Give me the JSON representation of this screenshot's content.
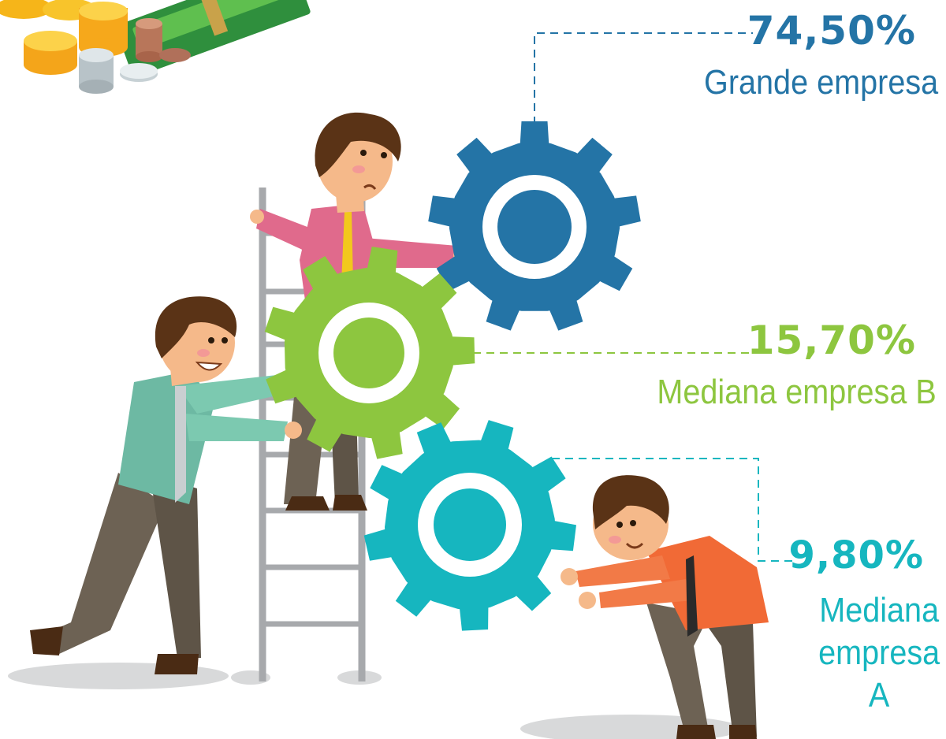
{
  "colors": {
    "blue": "#2474a6",
    "green": "#8dc63f",
    "teal": "#16b6bf"
  },
  "segments": [
    {
      "key": "big",
      "percent": "74,50%",
      "label": "Grande empresa",
      "color": "#2474a6"
    },
    {
      "key": "medb",
      "percent": "15,70%",
      "label": "Mediana empresa B",
      "color": "#8dc63f"
    },
    {
      "key": "meda",
      "percent": "9,80%",
      "label_lines": [
        "Mediana",
        "empresa",
        "A"
      ],
      "color": "#16b6bf"
    }
  ]
}
